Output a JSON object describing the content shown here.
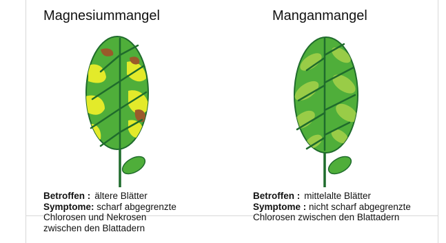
{
  "panels": [
    {
      "title": "Magnesiummangel",
      "affected_label": "Betroffen :",
      "affected_value": "ältere Blätter",
      "symptoms_label": "Symptome:",
      "symptoms_lines": [
        "scharf abgegrenzte",
        "Chlorosen und Nekrosen",
        "zwischen den Blattadern"
      ]
    },
    {
      "title": "Manganmangel",
      "affected_label": "Betroffen :",
      "affected_value": "mittelalte Blätter",
      "symptoms_label": "Symptome :",
      "symptoms_lines": [
        "nicht scharf abgegrenzte",
        "Chlorosen zwischen den Blattadern"
      ]
    }
  ],
  "colors": {
    "leaf_green": "#4fae3a",
    "vein_green": "#1f6b2c",
    "chlorosis_yellow": "#e3ea2a",
    "necrosis_brown": "#9a5a2a",
    "light_green_patch": "#a6d24a"
  }
}
